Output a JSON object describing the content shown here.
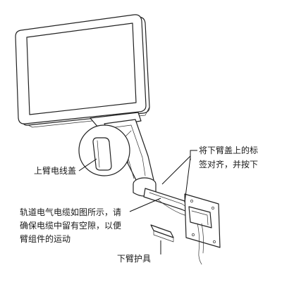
{
  "labels": {
    "upper_cable_cover": "上臂电线盖",
    "align_label_line1": "将下臂盖上的标",
    "align_label_line2": "签对齐，并按下",
    "cable_note_line1": "轨道电气电缆如图所示，请",
    "cable_note_line2": "确保电缆中留有空隙，以便",
    "cable_note_line3": "臂组件的运动",
    "lower_arm_guard": "下臂护具"
  }
}
